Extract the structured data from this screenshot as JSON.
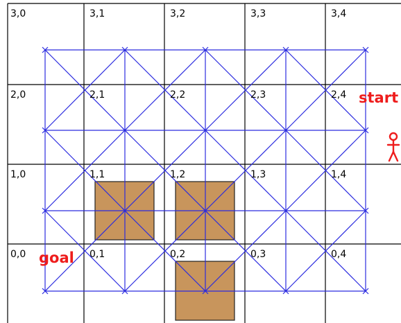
{
  "colors": {
    "grid_line": "#000000",
    "graph_edge": "#2b2bdf",
    "obstacle_fill": "#c8955c",
    "obstacle_stroke": "#222222",
    "label_red": "#ee1c1c"
  },
  "cell_labels": [
    [
      "3,0",
      "3,1",
      "3,2",
      "3,3",
      "3,4"
    ],
    [
      "2,0",
      "2,1",
      "2,2",
      "2,3",
      "2,4"
    ],
    [
      "1,0",
      "1,1",
      "1,2",
      "1,3",
      "1,4"
    ],
    [
      "0,0",
      "0,1",
      "0,2",
      "0,3",
      "0,4"
    ]
  ],
  "annotations": {
    "start_label": "start",
    "goal_label": "goal"
  },
  "icons": {
    "agent": "person-icon",
    "obstacle": "box-obstacle"
  },
  "obstacles": [
    {
      "row": 1,
      "col": 1
    },
    {
      "row": 1,
      "col": 2
    },
    {
      "row": 0,
      "col": 2
    }
  ]
}
